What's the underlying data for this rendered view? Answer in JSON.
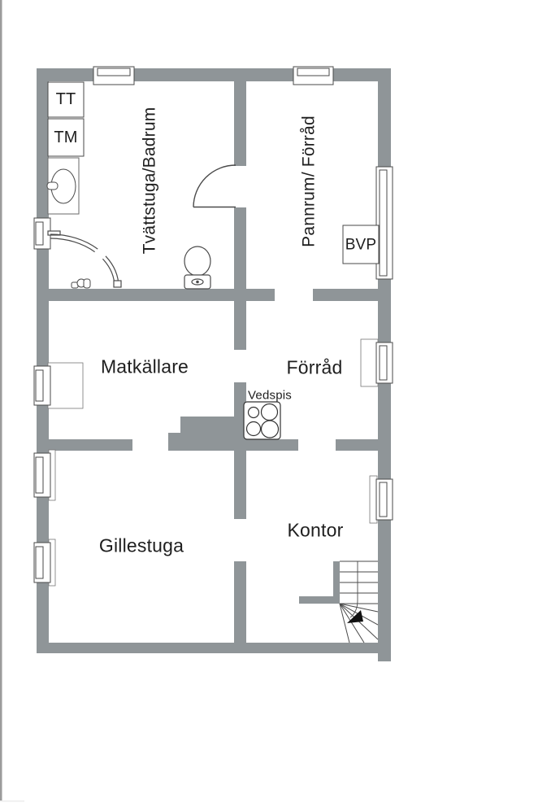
{
  "colors": {
    "wall": "#8f9598",
    "outline": "#4a4a4a",
    "text": "#1e1e1e",
    "page_edge": "#9b9b9b",
    "background": "#ffffff"
  },
  "rooms": [
    {
      "id": "tvattstuga-badrum",
      "label": "Tvättstuga/Badrum"
    },
    {
      "id": "pannrum-forrad",
      "label": "Pannrum/ Förråd"
    },
    {
      "id": "matkallare",
      "label": "Matkällare"
    },
    {
      "id": "forrad",
      "label": "Förråd"
    },
    {
      "id": "gillestuga",
      "label": "Gillestuga"
    },
    {
      "id": "kontor",
      "label": "Kontor"
    }
  ],
  "fixtures": [
    {
      "id": "tt",
      "label": "TT"
    },
    {
      "id": "tm",
      "label": "TM"
    },
    {
      "id": "bvp",
      "label": "BVP"
    },
    {
      "id": "vedspis",
      "label": "Vedspis"
    }
  ],
  "icons": {
    "window": "window-icon",
    "door_swing": "door-swing-icon",
    "shower": "shower-icon",
    "sink": "sink-icon",
    "toilet": "toilet-icon",
    "stove": "stove-icon",
    "stairs": "stairs-icon",
    "direction_arrow": "stairs-direction-arrow-icon"
  }
}
